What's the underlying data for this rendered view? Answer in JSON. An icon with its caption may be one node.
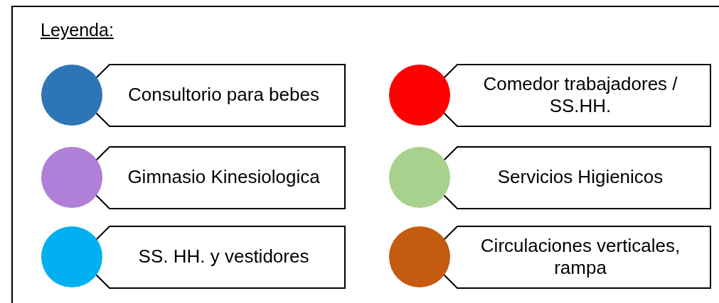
{
  "diagram": {
    "title": "Leyenda:",
    "legend": [
      {
        "text": "Consultorio para bebes",
        "color": "#2e75b6"
      },
      {
        "text": "Comedor trabajadores / SS.HH.",
        "color": "#ff0000"
      },
      {
        "text": "Gimnasio Kinesiologica",
        "color": "#b07fd8"
      },
      {
        "text": "Servicios Higienicos",
        "color": "#a9d18e"
      },
      {
        "text": "SS. HH. y vestidores",
        "color": "#00b0f0"
      },
      {
        "text": "Circulaciones verticales, rampa",
        "color": "#c55a11"
      }
    ]
  }
}
